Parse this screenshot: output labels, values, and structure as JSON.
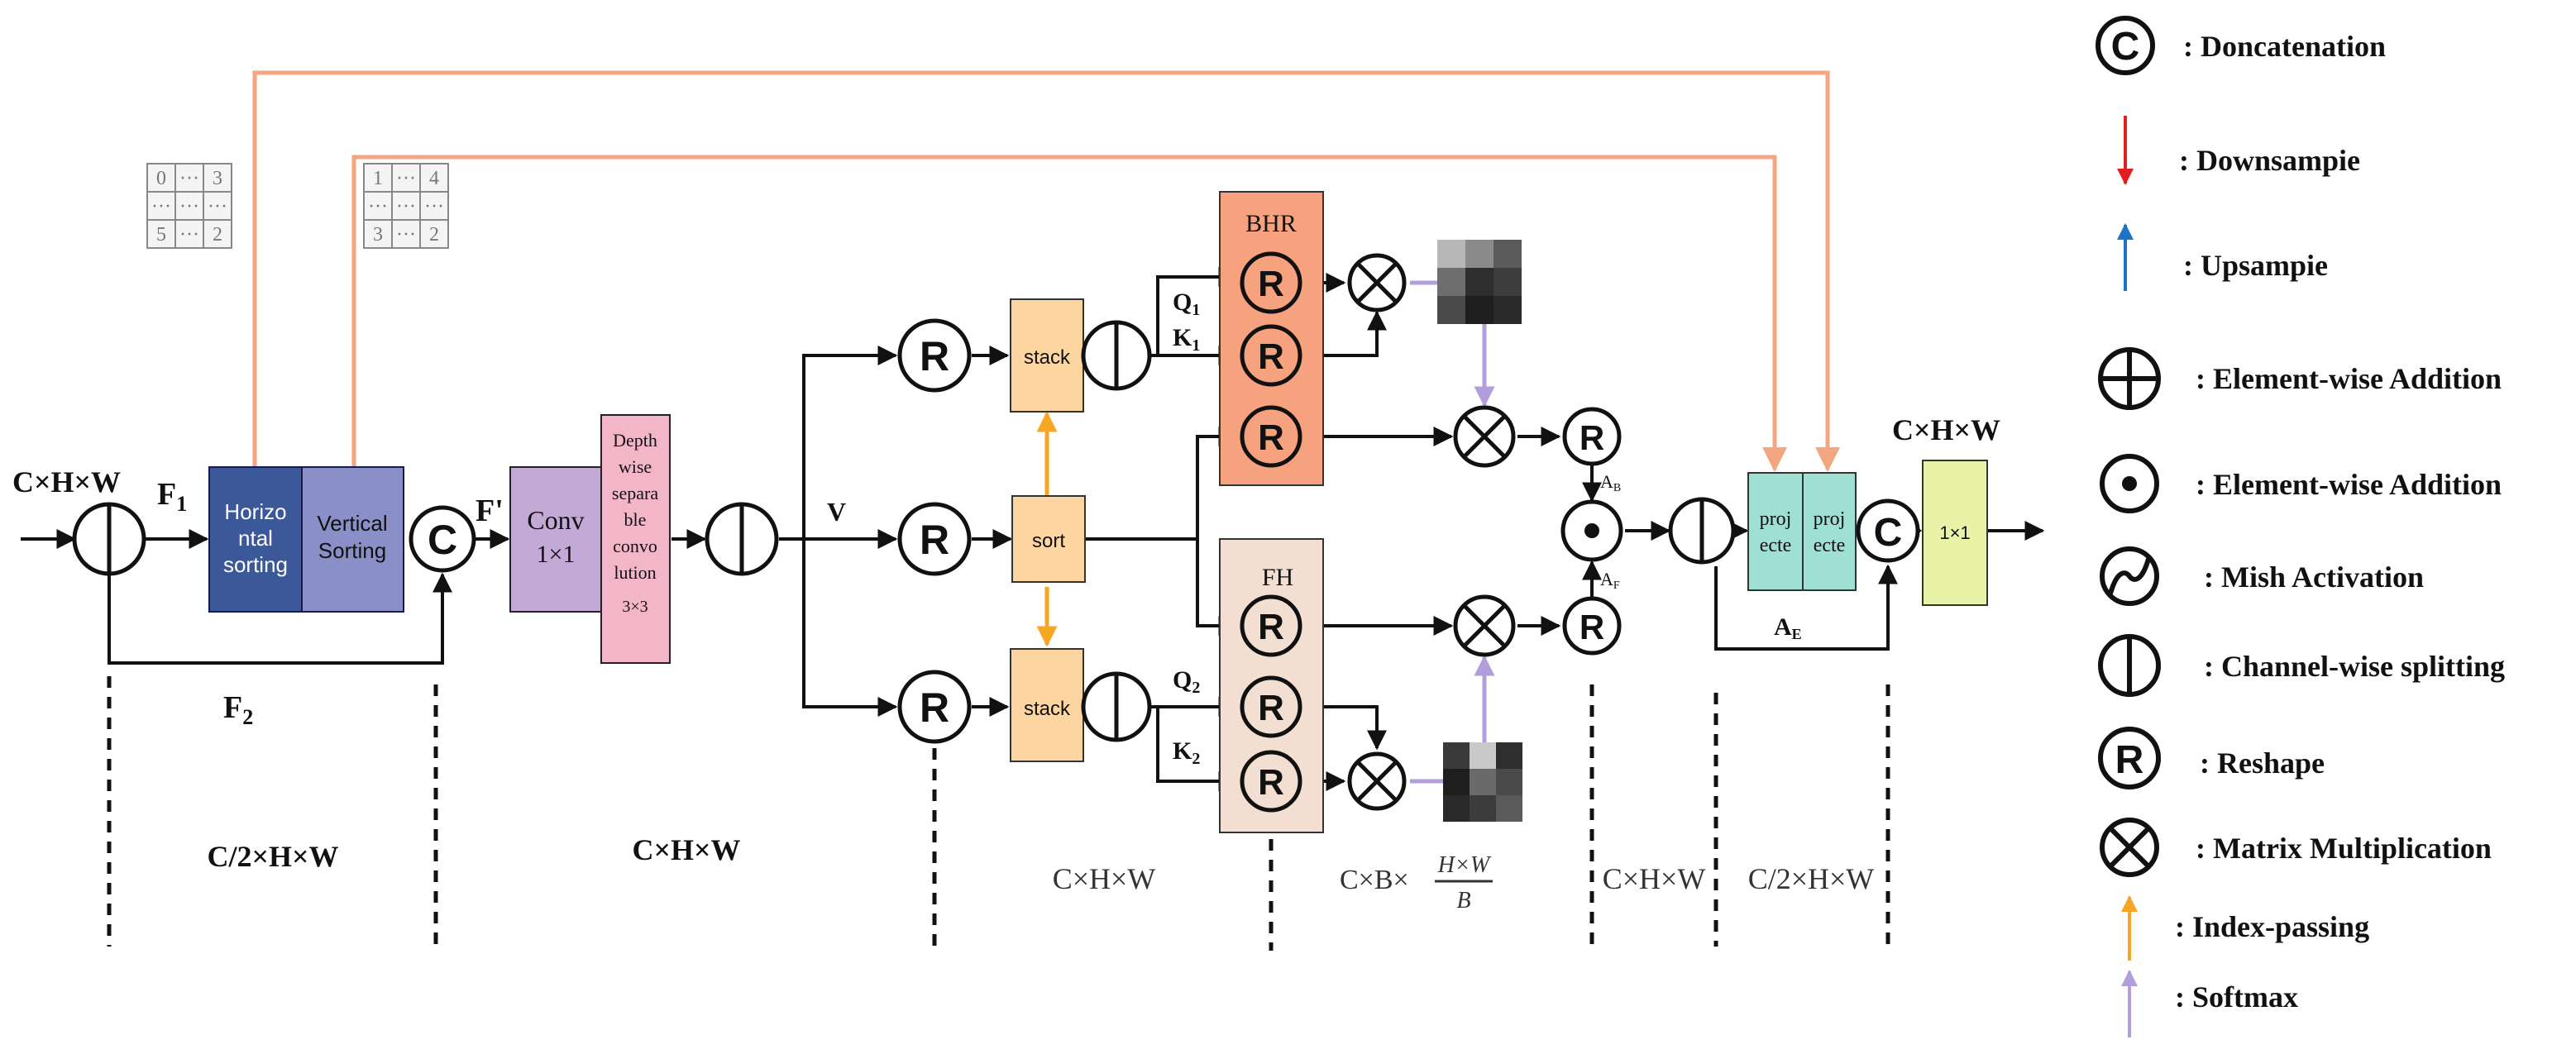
{
  "colors": {
    "orange_line": "#f4a582",
    "index_arrow": "#f5a623",
    "softmax_arrow": "#b39ddb",
    "horizontal_sorting": "#3b5998",
    "vertical_sorting": "#8b8fc7",
    "conv": "#c3a9d6",
    "depthwise": "#f3b6c9",
    "sort_box": "#fcd5a0",
    "bhr_box": "#f6a27e",
    "fhr_box": "#f2dfd2",
    "projecte": "#9fe0d4",
    "out_box": "#e8f3a8",
    "downsample_arrow": "#e02020",
    "upsample_arrow": "#1e73c8"
  },
  "labels": {
    "input_dim": "C×H×W",
    "f1": "F",
    "f1_sub": "1",
    "f2": "F",
    "f2_sub": "2",
    "f_prime": "F'",
    "v": "V",
    "q1": "Q",
    "q1_sub": "1",
    "k1": "K",
    "k1_sub": "1",
    "q2": "Q",
    "q2_sub": "2",
    "k2": "K",
    "k2_sub": "2",
    "ab": "A",
    "ab_sub": "B",
    "af": "A",
    "af_sub": "F",
    "ae": "A",
    "ae_sub": "E",
    "output_dim": "C×H×W"
  },
  "blocks": {
    "horizontal_sorting": [
      "Horizo",
      "ntal",
      "sorting"
    ],
    "vertical_sorting": [
      "Vertical",
      "Sorting"
    ],
    "conv": [
      "Conv",
      "1×1"
    ],
    "depthwise": [
      "Depth",
      "wise",
      "separa",
      "ble",
      "convo",
      "lution",
      "3×3"
    ],
    "stack_top": "stack",
    "sort": "sort",
    "stack_bottom": "stack",
    "bhr": "BHR",
    "fhr": "FH",
    "proj1": [
      "proj",
      "ecte"
    ],
    "proj2": [
      "proj",
      "ecte"
    ],
    "out": "1×1",
    "reshape_symbol": "R",
    "concat_symbol": "C"
  },
  "grids": {
    "left": [
      [
        "0",
        "···",
        "3"
      ],
      [
        "···",
        "···",
        "···"
      ],
      [
        "5",
        "···",
        "2"
      ]
    ],
    "right": [
      [
        "1",
        "···",
        "4"
      ],
      [
        "···",
        "···",
        "···"
      ],
      [
        "3",
        "···",
        "2"
      ]
    ]
  },
  "dims": {
    "d1": "C/2×H×W",
    "d2": "C×H×W",
    "d3": "C×H×W",
    "d4_prefix": "C×B×",
    "d4_num": "H×W",
    "d4_den": "B",
    "d5": "C×H×W",
    "d6": "C/2×H×W"
  },
  "legend": [
    {
      "icon": "concat-icon",
      "text": ": Doncatenation"
    },
    {
      "icon": "downsample-arrow-icon",
      "text": ": Downsampie"
    },
    {
      "icon": "upsample-arrow-icon",
      "text": ": Upsampie"
    },
    {
      "icon": "element-wise-addition-icon",
      "text": ": Element-wise Addition"
    },
    {
      "icon": "element-wise-product-icon",
      "text": ": Element-wise Addition"
    },
    {
      "icon": "mish-activation-icon",
      "text": ": Mish Activation"
    },
    {
      "icon": "channel-split-icon",
      "text": ": Channel-wise splitting"
    },
    {
      "icon": "reshape-icon",
      "text": ": Reshape"
    },
    {
      "icon": "matrix-multiplication-icon",
      "text": ": Matrix Multiplication"
    },
    {
      "icon": "index-passing-arrow-icon",
      "text": ": Index-passing"
    },
    {
      "icon": "softmax-arrow-icon",
      "text": ": Softmax"
    }
  ],
  "heatmaps": {
    "top": [
      "#b7b7b7",
      "#8a8a8a",
      "#5a5a5a",
      "#6e6e6e",
      "#2e2e2e",
      "#3d3d3d",
      "#4a4a4a",
      "#1e1e1e",
      "#2a2a2a"
    ],
    "bottom": [
      "#3a3a3a",
      "#c9c9c9",
      "#2e2e2e",
      "#1e1e1e",
      "#6a6a6a",
      "#4a4a4a",
      "#2a2a2a",
      "#3c3c3c",
      "#5a5a5a"
    ]
  }
}
